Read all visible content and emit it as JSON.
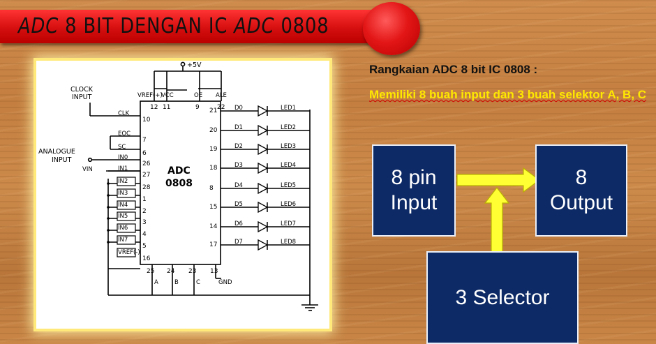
{
  "title": {
    "part1": "ADC",
    "part2": " 8 BIT DENGAN IC ",
    "part3": "ADC",
    "part4": " 0808"
  },
  "schematic": {
    "supply": "+5V",
    "clock_label_1": "CLOCK",
    "clock_label_2": "INPUT",
    "analogue_label_1": "ANALOGUE",
    "analogue_label_2": "INPUT",
    "vin": "VIN",
    "chip_name_1": "ADC",
    "chip_name_2": "0808",
    "top_pins": [
      {
        "label": "VREF(+)",
        "num": "12"
      },
      {
        "label": "VCC",
        "num": "11"
      },
      {
        "label": "OE",
        "num": "9"
      },
      {
        "label": "ALE",
        "num": "22"
      }
    ],
    "left_pins": [
      {
        "label": "CLK",
        "num": "10"
      },
      {
        "label": "EOC",
        "num": "7"
      },
      {
        "label": "SC",
        "num": "6"
      },
      {
        "label": "IN0",
        "num": "26"
      },
      {
        "label": "IN1",
        "num": "27"
      },
      {
        "label": "IN2",
        "num": "28"
      },
      {
        "label": "IN3",
        "num": "1"
      },
      {
        "label": "IN4",
        "num": "2"
      },
      {
        "label": "IN5",
        "num": "3"
      },
      {
        "label": "IN6",
        "num": "4"
      },
      {
        "label": "IN7",
        "num": "5"
      },
      {
        "label": "VREF(-)",
        "num": "16"
      }
    ],
    "right_pins": [
      {
        "label": "D0",
        "num": "21",
        "led": "LED1"
      },
      {
        "label": "D1",
        "num": "20",
        "led": "LED2"
      },
      {
        "label": "D2",
        "num": "19",
        "led": "LED3"
      },
      {
        "label": "D3",
        "num": "18",
        "led": "LED4"
      },
      {
        "label": "D4",
        "num": "8",
        "led": "LED5"
      },
      {
        "label": "D5",
        "num": "15",
        "led": "LED6"
      },
      {
        "label": "D6",
        "num": "14",
        "led": "LED7"
      },
      {
        "label": "D7",
        "num": "17",
        "led": "LED8"
      }
    ],
    "bottom_pins": [
      {
        "label": "A",
        "num": "25"
      },
      {
        "label": "B",
        "num": "24"
      },
      {
        "label": "C",
        "num": "23"
      },
      {
        "label": "GND",
        "num": "13"
      }
    ]
  },
  "heading": "Rangkaian ADC 8 bit IC 0808 :",
  "subheading": "Memiliki 8 buah input dan 3 buah selektor A, B, C",
  "blocks": {
    "input": [
      "8 pin",
      "Input"
    ],
    "output": [
      "8",
      "Output"
    ],
    "selector": [
      "3 Selector"
    ]
  },
  "colors": {
    "title_red": "#e31616",
    "block_fill": "#0d2a66",
    "arrow": "#ffff33",
    "accent_text": "#ffe800"
  }
}
